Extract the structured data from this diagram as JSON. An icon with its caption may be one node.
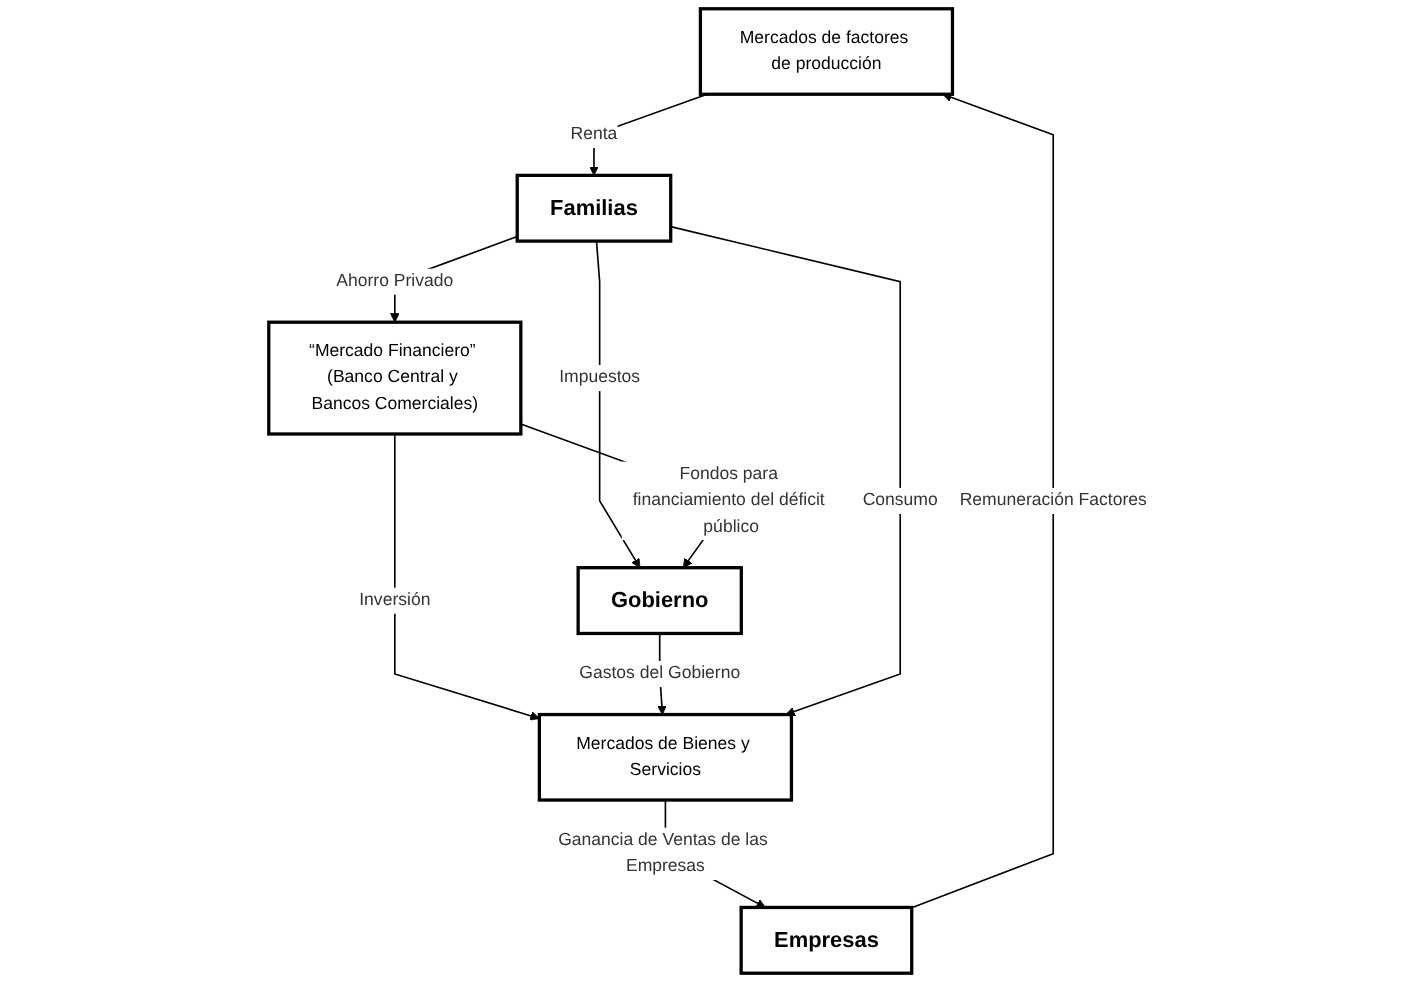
{
  "diagram": {
    "nodes": [
      {
        "text": [
          "Mercados de factores de producción"
        ]
      },
      {
        "text": [
          "“Mercado Financiero” (Banco Central y Bancos Comerciales)"
        ]
      },
      {
        "text": [
          "Familias"
        ]
      },
      {
        "text": [
          "Gobierno"
        ]
      },
      {
        "text": [
          "Empresas"
        ]
      },
      {
        "text": [
          "Mercados de Bienes y Servicios"
        ]
      }
    ],
    "edges": [
      {
        "from": 0,
        "to": 2,
        "arrow": "to",
        "label": "Renta"
      },
      {
        "from": 4,
        "to": 0,
        "arrow": "to",
        "label": "Remuneración Factores"
      },
      {
        "from": 2,
        "to": 1,
        "arrow": "to",
        "label": "Ahorro Privado"
      },
      {
        "from": 2,
        "to": 3,
        "arrow": "to",
        "label": "Impuestos"
      },
      {
        "from": 1,
        "to": 3,
        "arrow": "to",
        "label": "Fondos para financiamiento del déficit público"
      },
      {
        "from": 1,
        "to": 5,
        "arrow": "to",
        "label": "Inversión"
      },
      {
        "from": 3,
        "to": 5,
        "arrow": "to",
        "label": "Gastos del Gobierno"
      },
      {
        "from": 2,
        "to": 5,
        "arrow": "to",
        "label": "Consumo"
      },
      {
        "from": 5,
        "to": 4,
        "arrow": "to",
        "label": "Ganancia de Ventas de las Empresas"
      }
    ]
  }
}
